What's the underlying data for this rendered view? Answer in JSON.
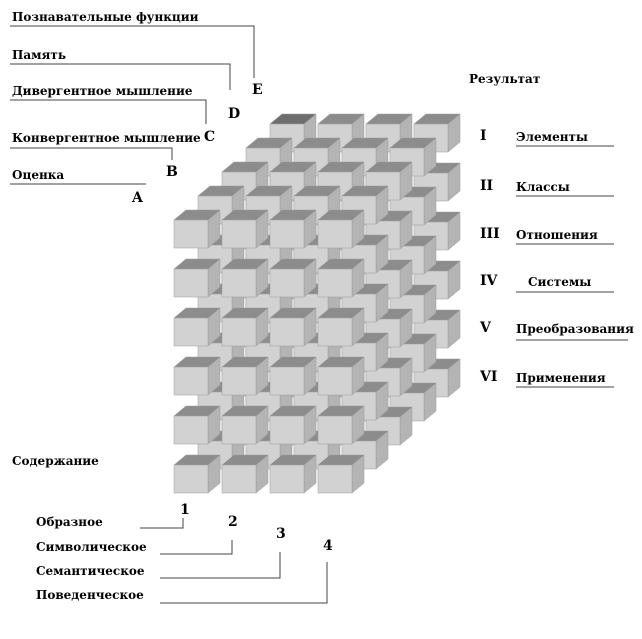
{
  "operations": {
    "labels": [
      {
        "letter": "E",
        "name": "Познавательные функции"
      },
      {
        "letter": "D",
        "name": "Память"
      },
      {
        "letter": "C",
        "name": "Дивергентное мышление"
      },
      {
        "letter": "B",
        "name": "Конвергентное мышление"
      },
      {
        "letter": "A",
        "name": "Оценка"
      }
    ]
  },
  "products": {
    "header": "Результат",
    "items": [
      {
        "numeral": "I",
        "name": "Элементы"
      },
      {
        "numeral": "II",
        "name": "Классы"
      },
      {
        "numeral": "III",
        "name": "Отношения"
      },
      {
        "numeral": "IV",
        "name": "Системы"
      },
      {
        "numeral": "V",
        "name": "Преобразования"
      },
      {
        "numeral": "VI",
        "name": "Применения"
      }
    ]
  },
  "contents": {
    "header": "Содержание",
    "items": [
      {
        "number": "1",
        "name": "Образное"
      },
      {
        "number": "2",
        "name": "Символическое"
      },
      {
        "number": "3",
        "name": "Семантическое"
      },
      {
        "number": "4",
        "name": "Поведенческое"
      }
    ]
  },
  "colors": {
    "cube_top": "#8c8c8c",
    "cube_front": "#d2d2d2",
    "cube_side": "#b4b4b4",
    "cube_top_highlight": "#6e6e6e",
    "leader_line": "#444444"
  }
}
